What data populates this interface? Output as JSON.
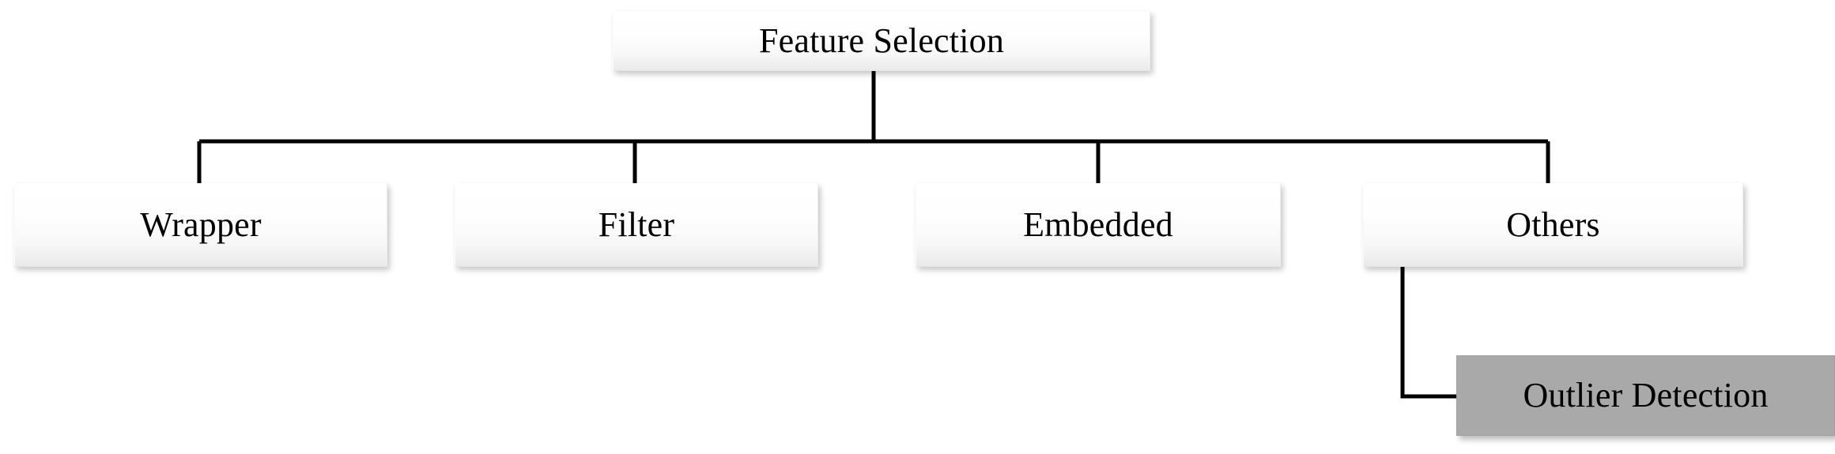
{
  "diagram": {
    "title": "Feature Selection",
    "type": "tree-taxonomy",
    "root": {
      "id": "feature-selection",
      "label": "Feature Selection",
      "style": "light"
    },
    "children": [
      {
        "id": "wrapper",
        "label": "Wrapper",
        "style": "light"
      },
      {
        "id": "filter",
        "label": "Filter",
        "style": "light"
      },
      {
        "id": "embedded",
        "label": "Embedded",
        "style": "light"
      },
      {
        "id": "others",
        "label": "Others",
        "style": "light"
      }
    ],
    "sub_children": [
      {
        "id": "outlier-detection",
        "label": "Outlier Detection",
        "parent": "others",
        "style": "shaded"
      }
    ],
    "colors": {
      "background": "#ffffff",
      "box_fill_light_top": "#ffffff",
      "box_fill_light_bottom": "#e9e9e9",
      "box_fill_shaded": "#a9a9a9",
      "connector": "#000000",
      "text": "#000000"
    }
  }
}
